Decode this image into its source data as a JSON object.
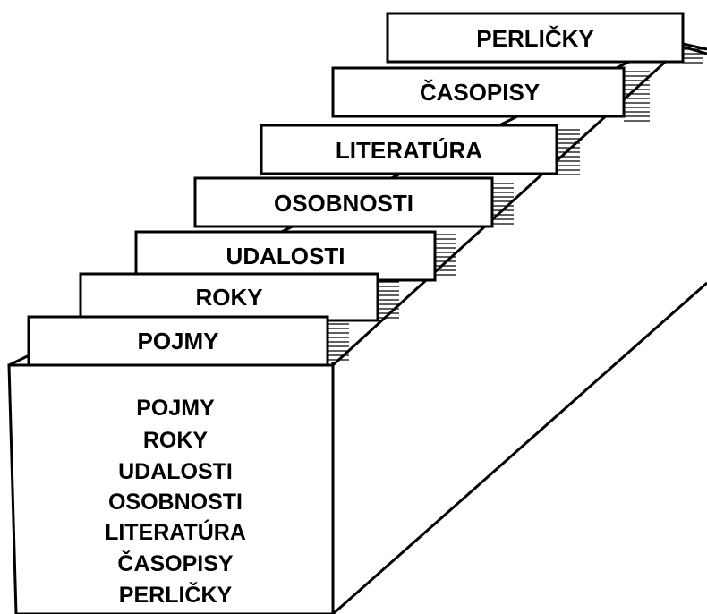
{
  "tabs": [
    {
      "label": "POJMY"
    },
    {
      "label": "ROKY"
    },
    {
      "label": "UDALOSTI"
    },
    {
      "label": "OSOBNOSTI"
    },
    {
      "label": "LITERATÚRA"
    },
    {
      "label": "ČASOPISY"
    },
    {
      "label": "PERLIČKY"
    }
  ],
  "front_panel": {
    "lines": [
      "POJMY",
      "ROKY",
      "UDALOSTI",
      "OSOBNOSTI",
      "LITERATÚRA",
      "ČASOPISY",
      "PERLIČKY"
    ]
  },
  "colors": {
    "ink": "#000000",
    "paper": "#ffffff"
  }
}
